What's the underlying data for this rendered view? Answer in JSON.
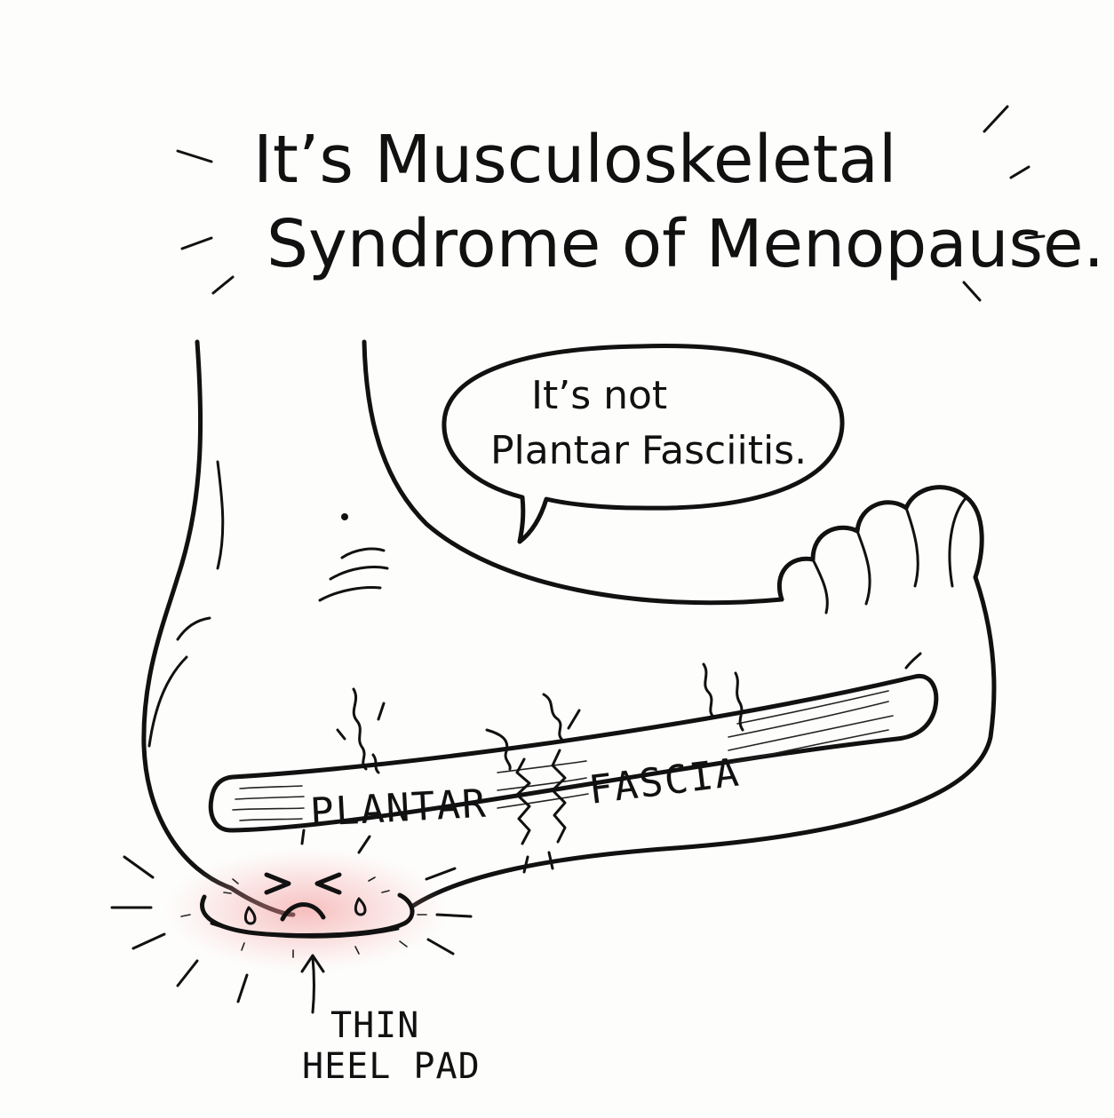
{
  "title": {
    "line1": "It’s Musculoskeletal",
    "line2": "Syndrome of Menopause."
  },
  "speech_bubble": {
    "line1": "It’s not",
    "line2": "Plantar Fasciitis."
  },
  "fascia_band": {
    "left_label": "PLANTAR",
    "right_label": "FASCIA"
  },
  "heel_label": {
    "line1": "THIN",
    "line2": "HEEL PAD"
  },
  "icons": {
    "heel_face": "wincing-face-icon",
    "arrow": "arrow-up-icon"
  },
  "colors": {
    "ink": "#111111",
    "pain_glow": "#f08a8a",
    "background": "#fdfdfc"
  }
}
